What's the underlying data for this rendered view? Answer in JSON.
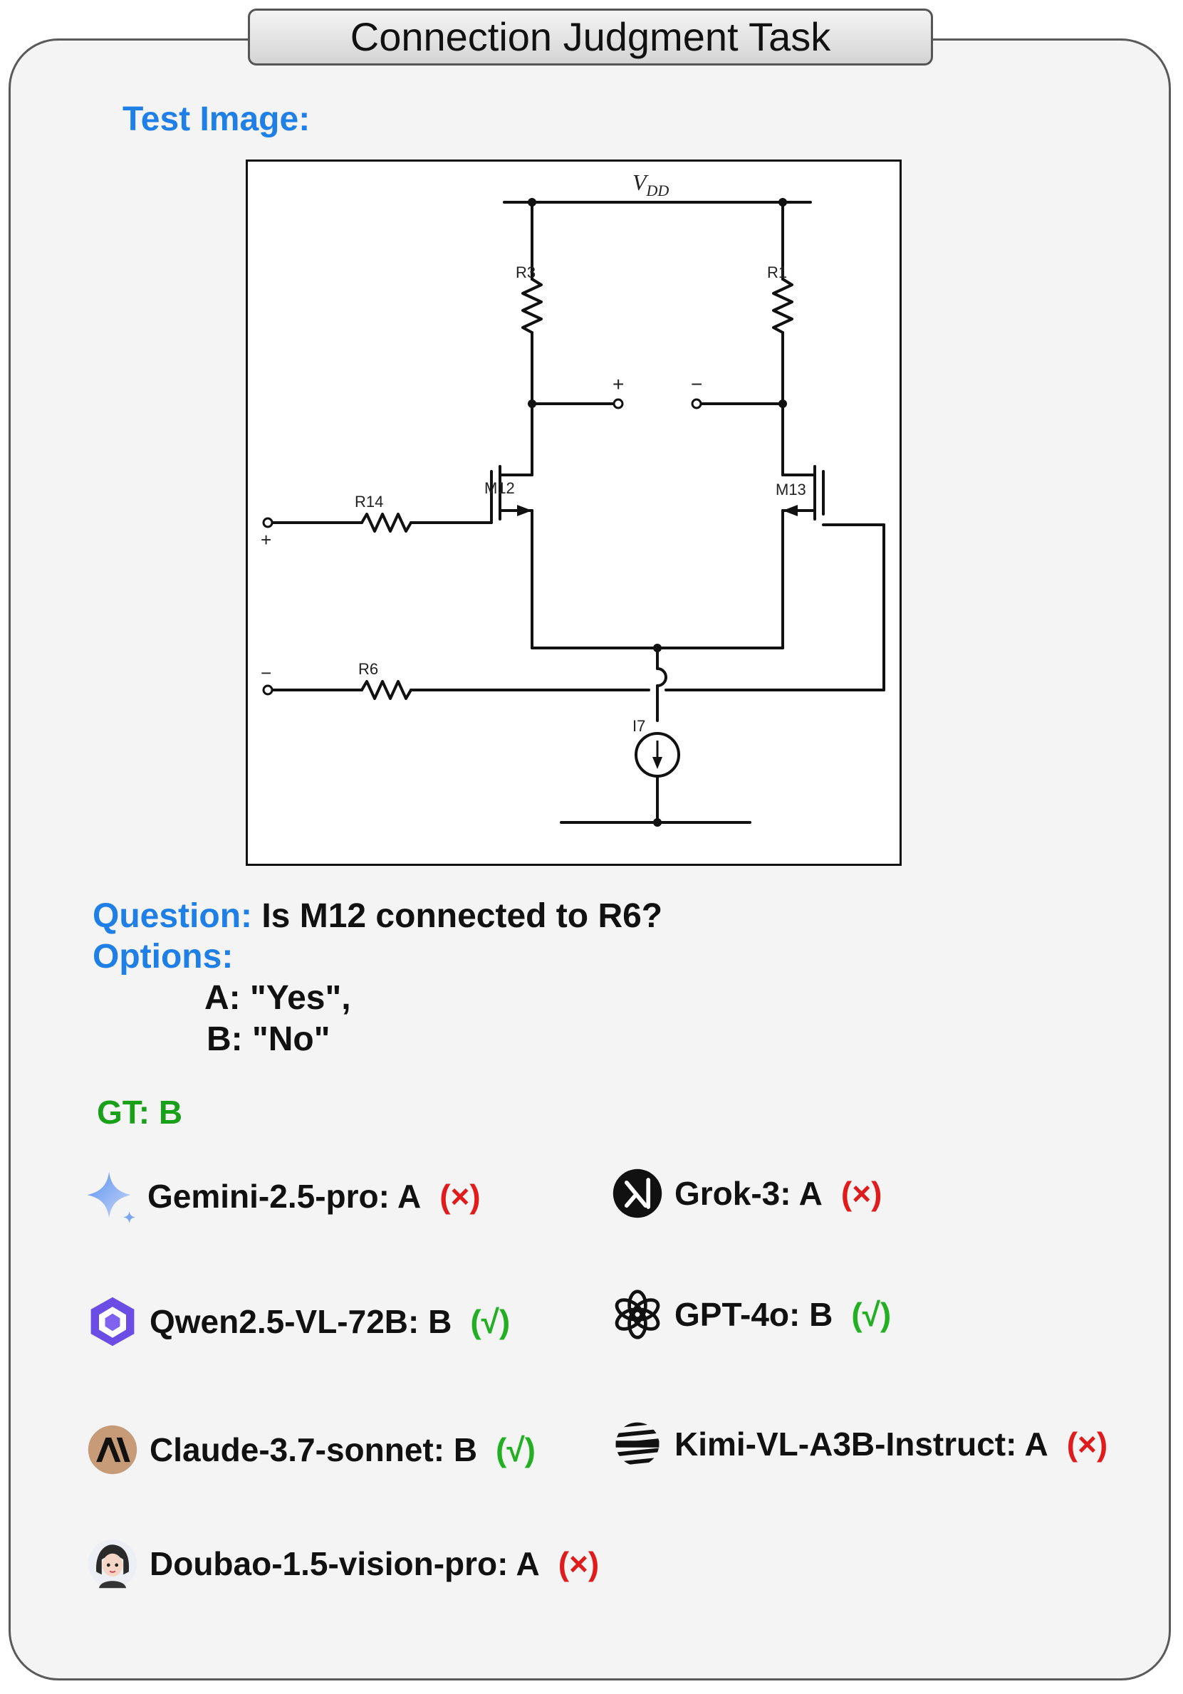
{
  "header": {
    "title": "Connection Judgment Task"
  },
  "test_image_label": "Test Image:",
  "circuit": {
    "supply_label": "V",
    "supply_subscript": "DD",
    "components": {
      "r3": "R3",
      "r1": "R1",
      "m12": "M12",
      "m13": "M13",
      "r14": "R14",
      "r6": "R6",
      "i7": "I7"
    },
    "out_plus": "+",
    "out_minus": "−",
    "in_plus": "+",
    "in_minus": "−"
  },
  "question": {
    "label": "Question:",
    "text": "Is M12 connected to R6?"
  },
  "options": {
    "label": "Options:",
    "a": "A: \"Yes\",",
    "b": "B: \"No\""
  },
  "ground_truth": "GT: B",
  "models": [
    {
      "name": "Gemini-2.5-pro: A",
      "result": "(×)",
      "icon": "gemini-sparkle-icon",
      "correct": false
    },
    {
      "name": "Grok-3: A",
      "result": "(×)",
      "icon": "grok-logo-icon",
      "correct": false
    },
    {
      "name": "Qwen2.5-VL-72B: B",
      "result": "(√)",
      "icon": "qwen-logo-icon",
      "correct": true
    },
    {
      "name": "GPT-4o: B",
      "result": "(√)",
      "icon": "openai-logo-icon",
      "correct": true
    },
    {
      "name": "Claude-3.7-sonnet: B",
      "result": "(√)",
      "icon": "anthropic-logo-icon",
      "correct": true
    },
    {
      "name": "Kimi-VL-A3B-Instruct: A",
      "result": "(×)",
      "icon": "kimi-logo-icon",
      "correct": false
    },
    {
      "name": "Doubao-1.5-vision-pro: A",
      "result": "(×)",
      "icon": "doubao-avatar-icon",
      "correct": false
    }
  ],
  "colors": {
    "accent_blue": "#1e7fe6",
    "gt_green": "#19a019",
    "wrong_red": "#e01b1b",
    "right_green": "#22b022"
  }
}
